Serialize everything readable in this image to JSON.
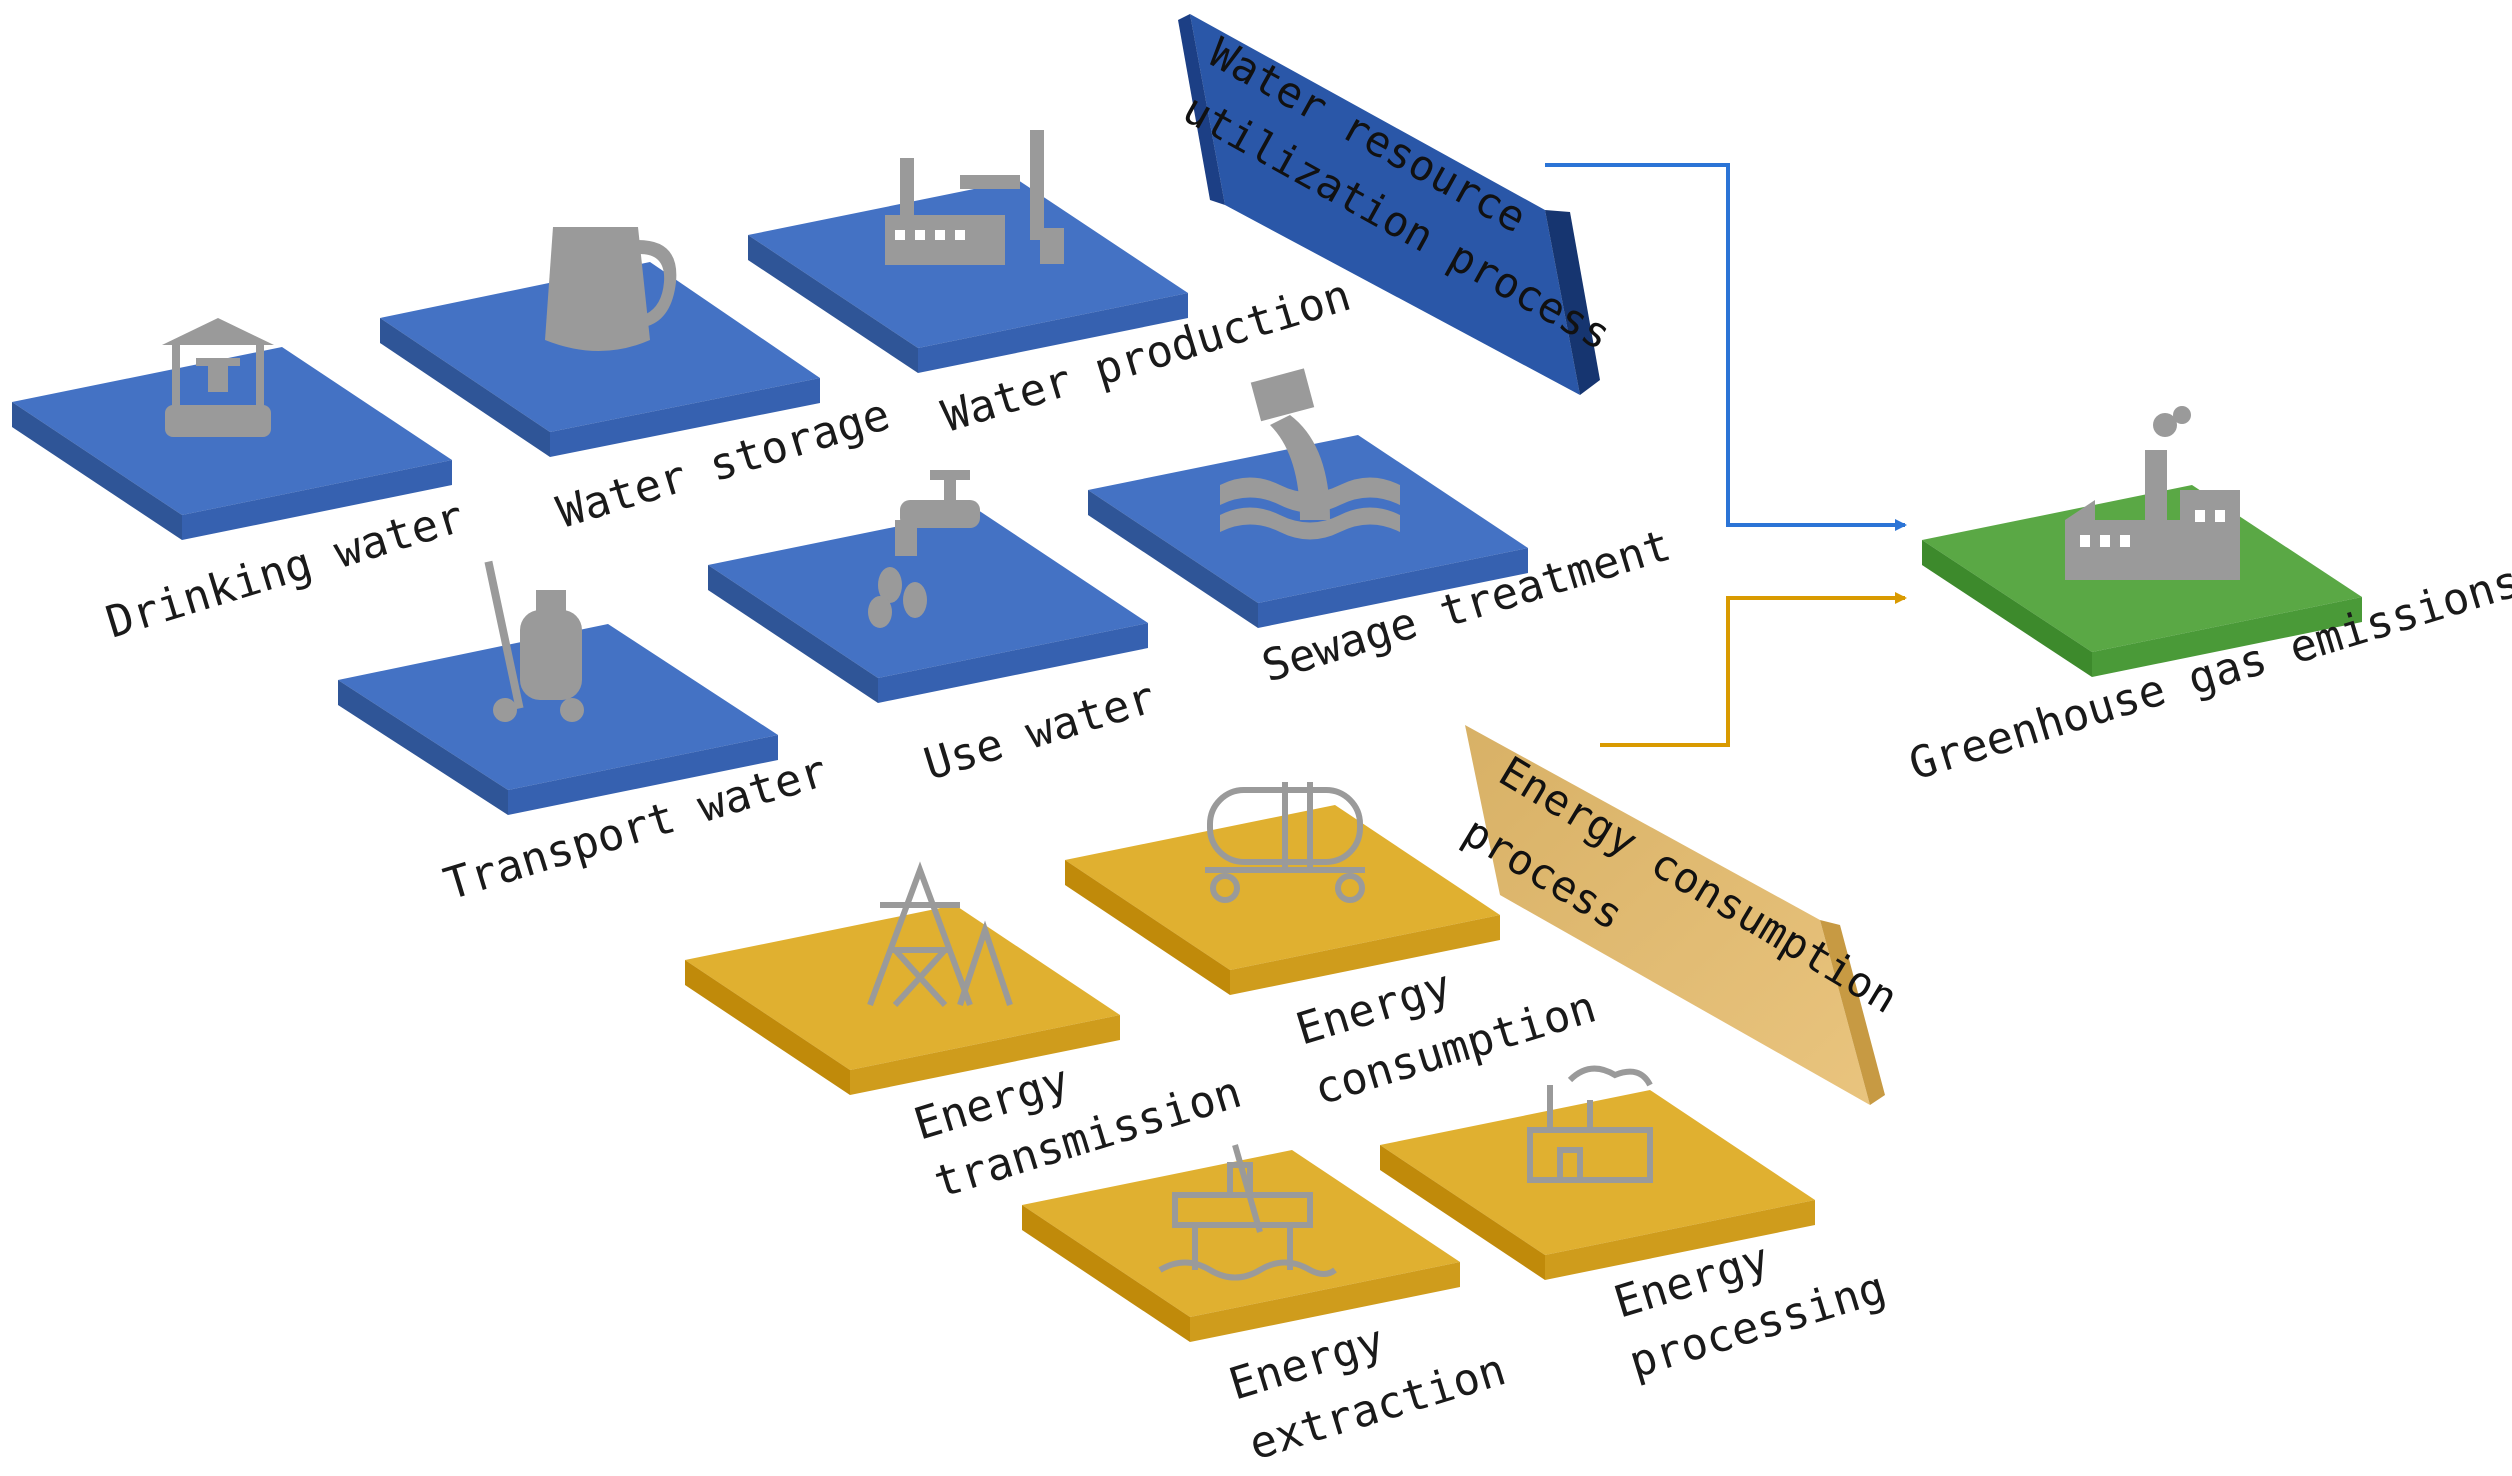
{
  "water": {
    "banner_label_line1": "Water resource",
    "banner_label_line2": "utilization process",
    "items": [
      {
        "label": "Drinking water",
        "icon": "well-icon"
      },
      {
        "label": "Water storage",
        "icon": "jug-icon"
      },
      {
        "label": "Water production",
        "icon": "water-plant-icon"
      },
      {
        "label": "Transport water",
        "icon": "water-cart-icon"
      },
      {
        "label": "Use water",
        "icon": "faucet-icon"
      },
      {
        "label": "Sewage treatment",
        "icon": "sewage-outflow-icon"
      }
    ]
  },
  "energy": {
    "banner_label_line1": "Energy consumption",
    "banner_label_line2": "process",
    "items": [
      {
        "label_line1": "Energy",
        "label_line2": "transmission",
        "icon": "power-tower-icon"
      },
      {
        "label_line1": "Energy",
        "label_line2": "consumption",
        "icon": "tanker-icon"
      },
      {
        "label_line1": "Energy",
        "label_line2": "extraction",
        "icon": "oil-platform-icon"
      },
      {
        "label_line1": "Energy",
        "label_line2": "processing",
        "icon": "refinery-icon"
      }
    ]
  },
  "output": {
    "label": "Greenhouse gas emissions",
    "icon": "factory-icon"
  },
  "colors": {
    "water_top": "#4472c4",
    "water_side": "#2f5597",
    "energy_top": "#e0b030",
    "energy_side": "#c08a0a",
    "green_top": "#5aa845",
    "green_side": "#3d8a2c",
    "water_arrow": "#2b74d6",
    "energy_arrow": "#d99a00",
    "icon": "#9a9a9a"
  }
}
